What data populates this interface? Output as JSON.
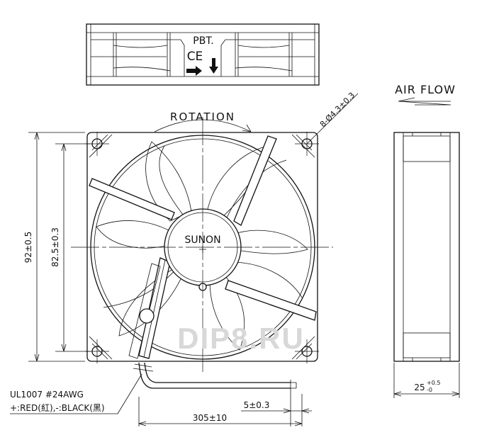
{
  "top_view": {
    "material_label": "PBT.",
    "mark_label": "CE"
  },
  "front_view": {
    "rotation_label": "ROTATION",
    "brand_label": "SUNON",
    "hole_label": "8-Ø4.3±0.3",
    "outer_dim_label": "92±0.5",
    "hole_pitch_label": "82.5±0.3"
  },
  "side_view": {
    "airflow_label": "AIR FLOW",
    "thickness_base": "25",
    "thickness_plus": "+0.5",
    "thickness_minus": "-0"
  },
  "cable": {
    "spec_line1": "UL1007  #24AWG",
    "spec_line2": "+:RED(紅),-:BLACK(黑)",
    "strip_dim_label": "5±0.3",
    "length_dim_label": "305±10"
  },
  "watermark": "DIP8.RU"
}
